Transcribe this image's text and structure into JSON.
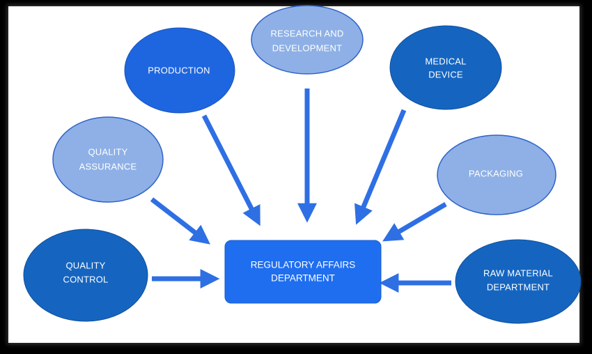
{
  "center": {
    "line1": "REGULATORY AFFAIRS",
    "line2": "DEPARTMENT"
  },
  "nodes": {
    "quality_control": {
      "line1": "QUALITY",
      "line2": "CONTROL"
    },
    "quality_assurance": {
      "line1": "QUALITY",
      "line2": "ASSURANCE"
    },
    "production": {
      "line1": "PRODUCTION"
    },
    "research": {
      "line1": "RESEARCH AND",
      "line2": "DEVELOPMENT"
    },
    "medical_device": {
      "line1": "MEDICAL",
      "line2": "DEVICE"
    },
    "packaging": {
      "line1": "PACKAGING"
    },
    "raw_material": {
      "line1": "RAW MATERIAL",
      "line2": "DEPARTMENT"
    }
  },
  "colors": {
    "dark_blue": "#1565c0",
    "mid_blue": "#1e66e0",
    "light_blue": "#8eb0e6",
    "arrow": "#2f6fe4",
    "center_box": "#1f6ef0"
  }
}
